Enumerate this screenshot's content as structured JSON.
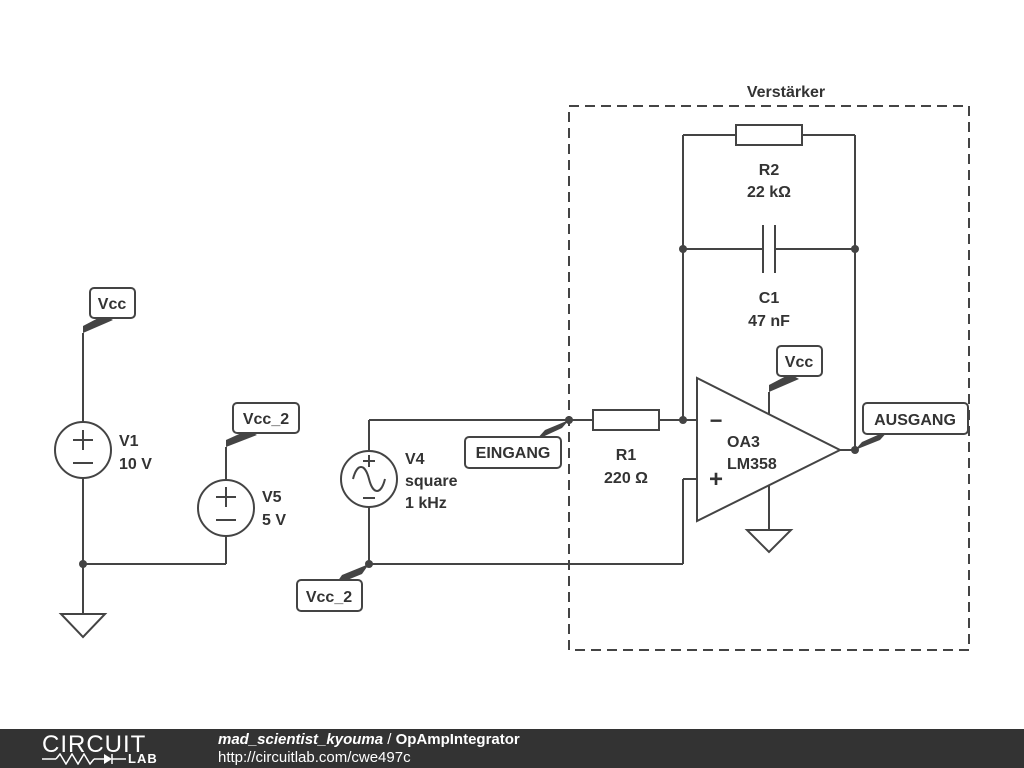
{
  "block": {
    "title": "Verstärker"
  },
  "components": {
    "v1": {
      "name": "V1",
      "value": "10 V"
    },
    "v5": {
      "name": "V5",
      "value": "5 V"
    },
    "v4": {
      "name": "V4",
      "type": "square",
      "value": "1 kHz"
    },
    "r1": {
      "name": "R1",
      "value": "220 Ω"
    },
    "r2": {
      "name": "R2",
      "value": "22 kΩ"
    },
    "c1": {
      "name": "C1",
      "value": "47 nF"
    },
    "oa3": {
      "name": "OA3",
      "model": "LM358"
    }
  },
  "net_labels": {
    "vcc_left": "Vcc",
    "vcc2_mid": "Vcc_2",
    "vcc2_bottom": "Vcc_2",
    "vcc_opamp": "Vcc",
    "eingang": "EINGANG",
    "ausgang": "AUSGANG"
  },
  "opamp_pins": {
    "inverting": "−",
    "noninverting": "+"
  },
  "footer": {
    "logo_top": "CIRCUIT",
    "logo_bottom": "LAB",
    "author": "mad_scientist_kyouma",
    "separator": " / ",
    "project": "OpAmpIntegrator",
    "url": "http://circuitlab.com/cwe497c"
  },
  "colors": {
    "wire": "#444444",
    "footer_bg": "#333333"
  }
}
